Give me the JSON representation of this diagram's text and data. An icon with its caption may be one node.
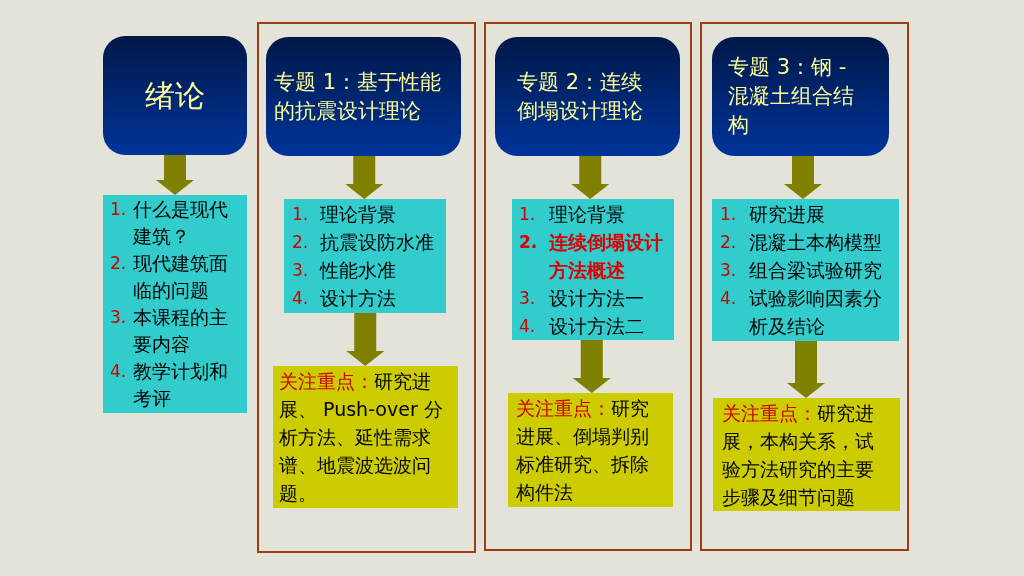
{
  "diagram": {
    "nodes": [
      {
        "text": [
          "绪论"
        ]
      },
      {
        "text": [
          "1.",
          "什么是现代建筑？",
          "2.",
          "现代建筑面临的问题",
          "3.",
          "本课程的主要内容",
          "4.",
          "教学计划和考评"
        ]
      },
      {
        "text": [],
        "shape": "box"
      },
      {
        "text": [
          "专题 1：基于性能的抗震设计理论"
        ],
        "in": 2
      },
      {
        "text": [
          "1.",
          "理论背景",
          "2.",
          "抗震设防水准",
          "3.",
          "性能水准",
          "4.",
          "设计方法"
        ],
        "in": 2
      },
      {
        "text": [
          "关注重点：",
          "研究进展、 Push-over 分析方法、延性需求谱、地震波选波问题。"
        ],
        "in": 2
      },
      {
        "text": [],
        "shape": "box"
      },
      {
        "text": [
          "专题 2：连续倒塌设计理论"
        ],
        "in": 6
      },
      {
        "text": [
          "1.",
          "理论背景",
          "2.",
          "连续倒塌设计方法概述",
          "3.",
          "设计方法一",
          "4.",
          "设计方法二"
        ],
        "in": 6
      },
      {
        "text": [
          "关注重点：",
          "研究进展、倒塌判别标准研究、拆除构件法"
        ],
        "in": 6
      },
      {
        "text": [],
        "shape": "box"
      },
      {
        "text": [
          "专题 3：钢 - 混凝土组合结构"
        ],
        "in": 10
      },
      {
        "text": [
          "1.",
          "研究进展",
          "2.",
          "混凝土本构模型",
          "3.",
          "组合梁试验研究",
          "4.",
          "试验影响因素分析及结论"
        ],
        "in": 10
      },
      {
        "text": [
          "关注重点：",
          "研究进展，本构关系，试验方法研究的主要步骤及细节问题"
        ],
        "in": 10
      }
    ],
    "edges": [
      {
        "from": 0,
        "to": 1,
        "arrow": "to"
      },
      {
        "from": 3,
        "to": 4,
        "arrow": "to"
      },
      {
        "from": 4,
        "to": 5,
        "arrow": "to"
      },
      {
        "from": 7,
        "to": 8,
        "arrow": "to"
      },
      {
        "from": 8,
        "to": 9,
        "arrow": "to"
      },
      {
        "from": 11,
        "to": 12,
        "arrow": "to"
      },
      {
        "from": 12,
        "to": 13,
        "arrow": "to"
      }
    ]
  }
}
